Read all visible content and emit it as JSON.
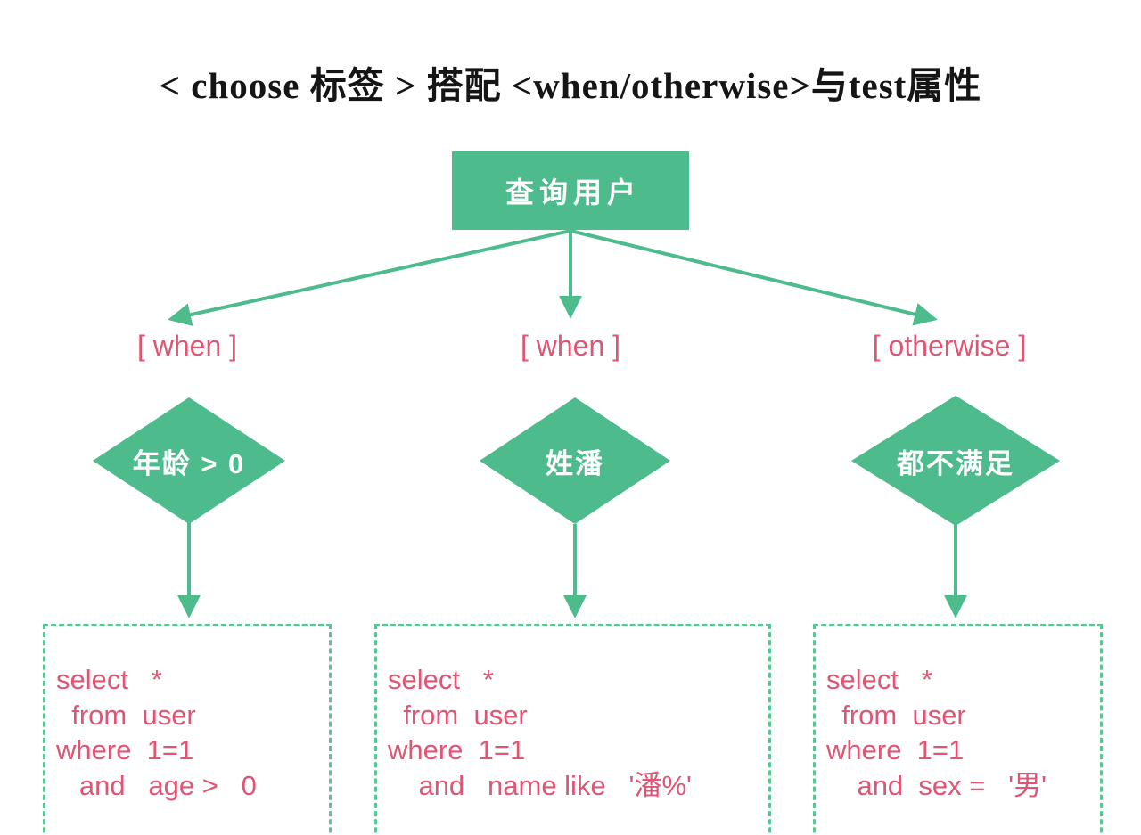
{
  "title": "< choose 标签 > 搭配 <when/otherwise>与test属性",
  "colors": {
    "node_green": "#4dbb8c",
    "dash_green": "#5bc495",
    "accent_pink": "#de5673",
    "title_black": "#151515"
  },
  "root": {
    "label": "查询用户"
  },
  "branches": [
    {
      "tag": "[ when ]",
      "condition": "年龄 > 0",
      "sql": [
        "select   *",
        "  from  user",
        "where  1=1",
        "   and   age >   0"
      ]
    },
    {
      "tag": "[ when ]",
      "condition": "姓潘",
      "sql": [
        "select   *",
        "  from  user",
        "where  1=1",
        "    and   name like   '潘%'"
      ]
    },
    {
      "tag": "[ otherwise ]",
      "condition": "都不满足",
      "sql": [
        "select   *",
        "  from  user",
        "where  1=1",
        "    and  sex =   '男'"
      ]
    }
  ]
}
